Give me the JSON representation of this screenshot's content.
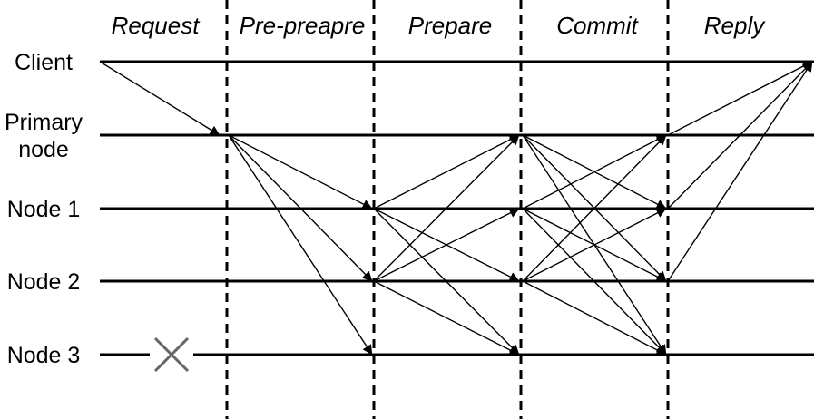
{
  "phases": [
    "Request",
    "Pre-preapre",
    "Prepare",
    "Commit",
    "Reply"
  ],
  "nodes": [
    {
      "id": "client",
      "label_lines": [
        "Client"
      ]
    },
    {
      "id": "primary",
      "label_lines": [
        "Primary",
        "node"
      ]
    },
    {
      "id": "node1",
      "label_lines": [
        "Node 1"
      ]
    },
    {
      "id": "node2",
      "label_lines": [
        "Node 2"
      ]
    },
    {
      "id": "node3",
      "label_lines": [
        "Node 3"
      ]
    }
  ],
  "failed_node": {
    "node": "node3",
    "icon": "cross-icon"
  },
  "colors": {
    "line": "#000000",
    "failure_mark": "#666666"
  },
  "messages": [
    {
      "phase": 0,
      "from": "client",
      "to": "primary"
    },
    {
      "phase": 1,
      "from": "primary",
      "to": "node1"
    },
    {
      "phase": 1,
      "from": "primary",
      "to": "node2"
    },
    {
      "phase": 1,
      "from": "primary",
      "to": "node3"
    },
    {
      "phase": 2,
      "from": "node1",
      "to": "primary"
    },
    {
      "phase": 2,
      "from": "node1",
      "to": "node2"
    },
    {
      "phase": 2,
      "from": "node1",
      "to": "node3"
    },
    {
      "phase": 2,
      "from": "node2",
      "to": "primary"
    },
    {
      "phase": 2,
      "from": "node2",
      "to": "node1"
    },
    {
      "phase": 2,
      "from": "node2",
      "to": "node3"
    },
    {
      "phase": 3,
      "from": "primary",
      "to": "node1"
    },
    {
      "phase": 3,
      "from": "primary",
      "to": "node2"
    },
    {
      "phase": 3,
      "from": "primary",
      "to": "node3"
    },
    {
      "phase": 3,
      "from": "node1",
      "to": "primary"
    },
    {
      "phase": 3,
      "from": "node1",
      "to": "node2"
    },
    {
      "phase": 3,
      "from": "node1",
      "to": "node3"
    },
    {
      "phase": 3,
      "from": "node2",
      "to": "primary"
    },
    {
      "phase": 3,
      "from": "node2",
      "to": "node1"
    },
    {
      "phase": 3,
      "from": "node2",
      "to": "node3"
    },
    {
      "phase": 4,
      "from": "primary",
      "to": "client"
    },
    {
      "phase": 4,
      "from": "node1",
      "to": "client"
    },
    {
      "phase": 4,
      "from": "node2",
      "to": "client"
    }
  ]
}
